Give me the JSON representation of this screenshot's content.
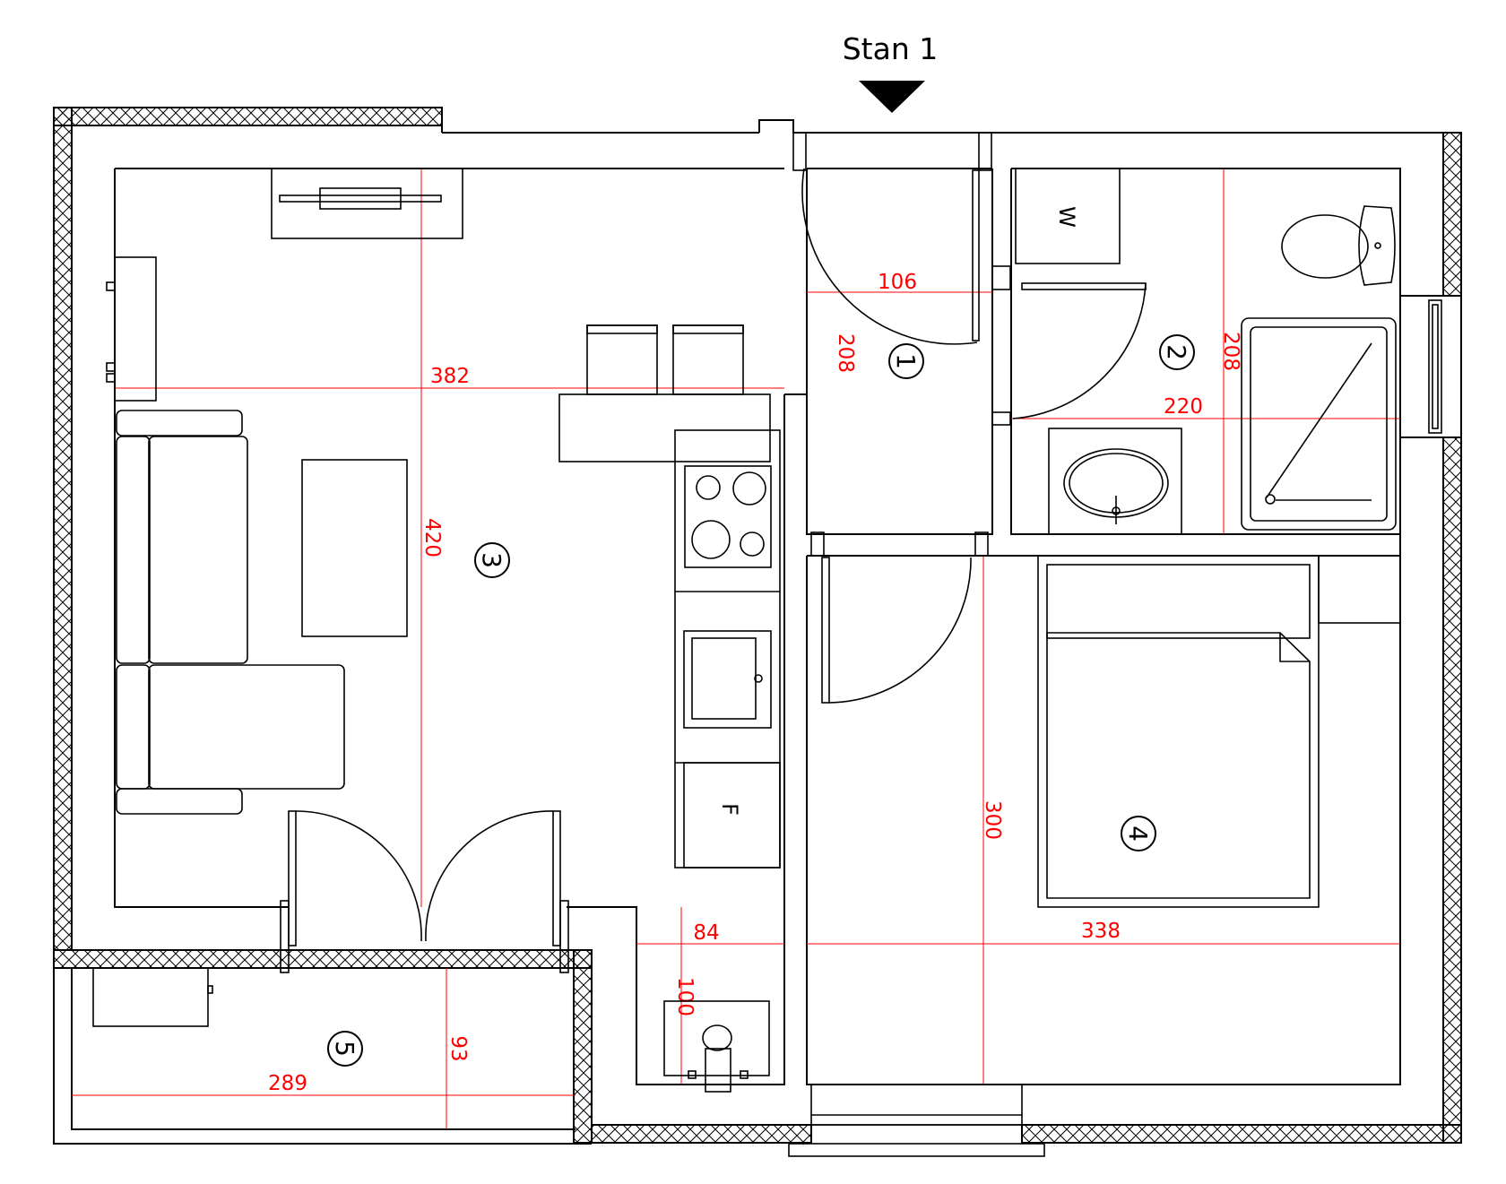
{
  "title": "Stan 1",
  "rooms": [
    {
      "number": "1"
    },
    {
      "number": "2"
    },
    {
      "number": "3"
    },
    {
      "number": "4"
    },
    {
      "number": "5"
    }
  ],
  "dimensions": {
    "living_width": "382",
    "living_height": "420",
    "hall_width": "106",
    "hall_height": "208",
    "bath_width": "220",
    "bath_height": "208",
    "storage_width": "84",
    "storage_height": "100",
    "bedroom_width": "338",
    "bedroom_height": "300",
    "balcony_width": "289",
    "balcony_height": "93"
  },
  "appliances": {
    "washer_mark": "W",
    "fridge_mark": "F"
  }
}
